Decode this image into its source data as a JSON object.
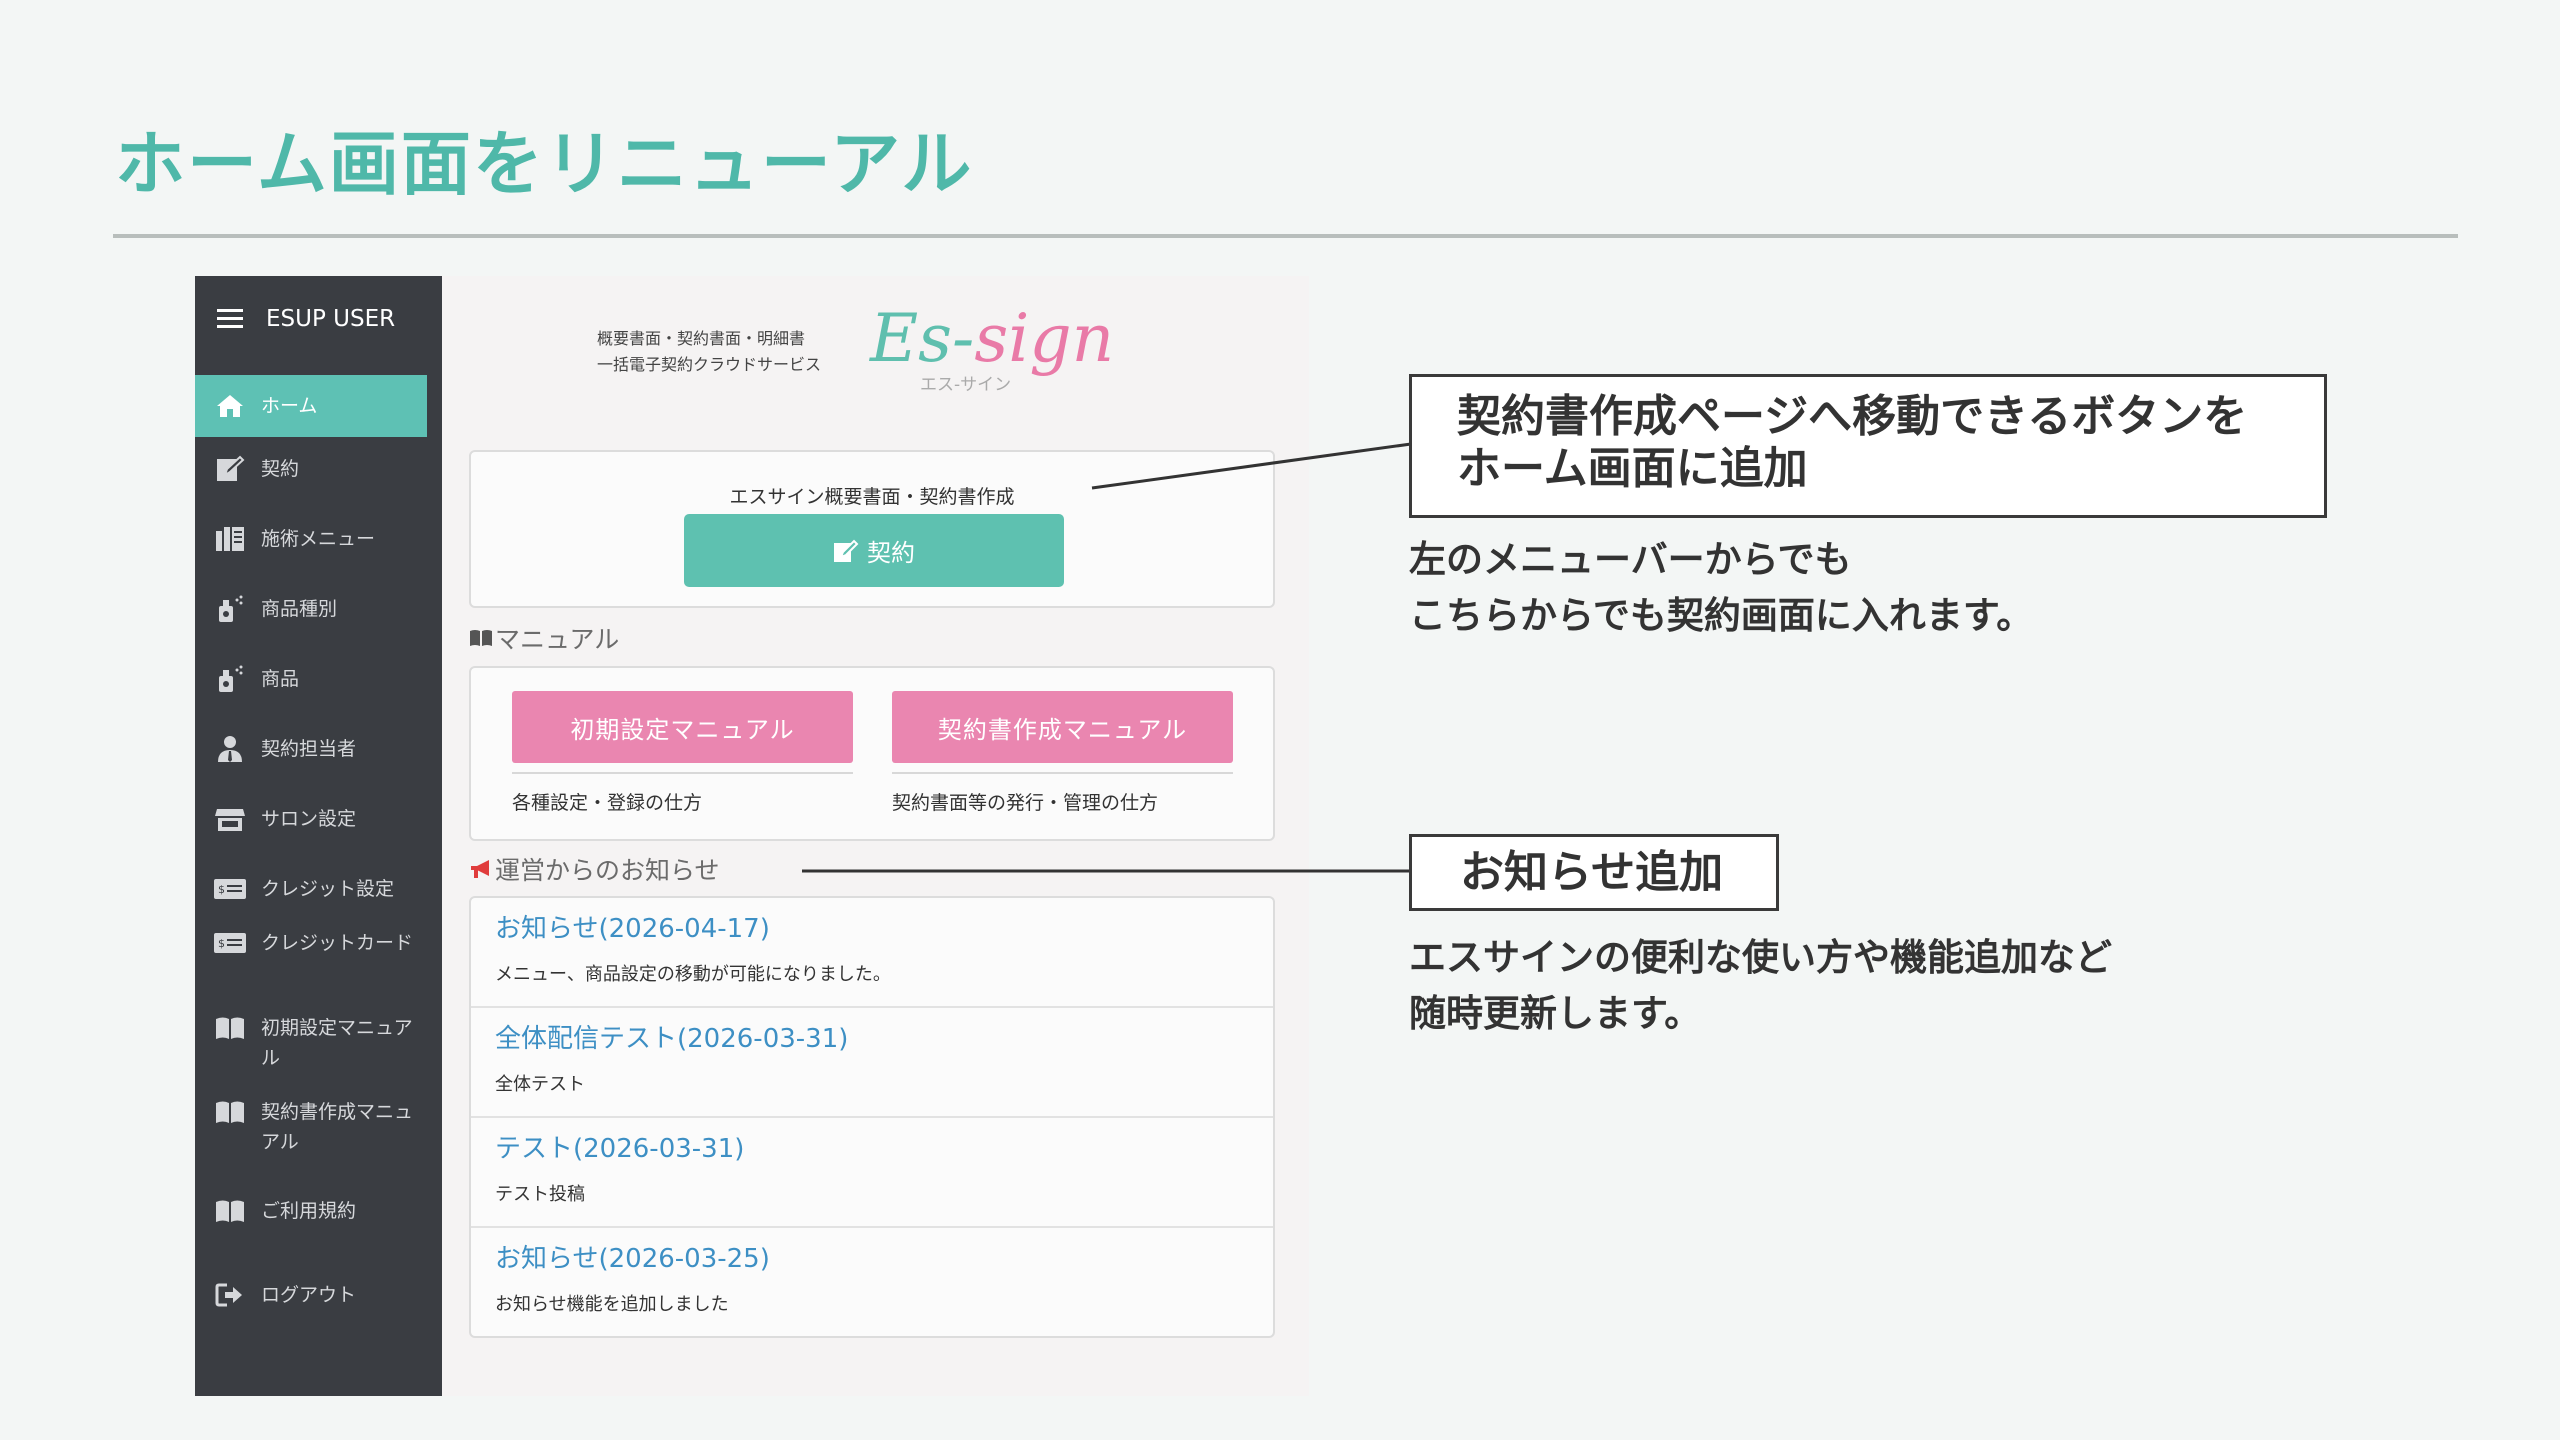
{
  "slide": {
    "title": "ホーム画面をリニューアル"
  },
  "app": {
    "user_name": "ESUP USER",
    "sidebar": {
      "items": [
        {
          "label": "ホーム",
          "icon": "home-icon",
          "active": true
        },
        {
          "label": "契約",
          "icon": "edit-contract-icon"
        },
        {
          "label": "施術メニュー",
          "icon": "menu-list-icon"
        },
        {
          "label": "商品種別",
          "icon": "spray-bottle-icon"
        },
        {
          "label": "商品",
          "icon": "spray-bottle-icon"
        },
        {
          "label": "契約担当者",
          "icon": "user-tie-icon"
        },
        {
          "label": "サロン設定",
          "icon": "store-icon"
        },
        {
          "label": "クレジット設定",
          "icon": "money-bill-icon"
        },
        {
          "label": "クレジットカード",
          "icon": "money-bill-icon"
        },
        {
          "label": "初期設定マニュアル",
          "icon": "book-open-icon"
        },
        {
          "label": "契約書作成マニュアル",
          "icon": "book-open-icon"
        },
        {
          "label": "ご利用規約",
          "icon": "book-open-icon"
        },
        {
          "label": "ログアウト",
          "icon": "sign-out-icon"
        }
      ]
    },
    "brand": {
      "subtitle_line1": "概要書面・契約書面・明細書",
      "subtitle_line2": "一括電子契約クラウドサービス",
      "logo_part1": "Es-",
      "logo_part2": "sign",
      "logo_kana": "エス-サイン"
    },
    "contract_card": {
      "caption": "エスサイン概要書面・契約書作成",
      "button_label": "契約"
    },
    "manual_section": {
      "heading": "マニュアル",
      "buttons": [
        {
          "label": "初期設定マニュアル",
          "description": "各種設定・登録の仕方"
        },
        {
          "label": "契約書作成マニュアル",
          "description": "契約書面等の発行・管理の仕方"
        }
      ]
    },
    "notice_section": {
      "heading": "運営からのお知らせ",
      "items": [
        {
          "title": "お知らせ(2026-04-17)",
          "body": "メニュー、商品設定の移動が可能になりました。"
        },
        {
          "title": "全体配信テスト(2026-03-31)",
          "body": "全体テスト"
        },
        {
          "title": "テスト(2026-03-31)",
          "body": "テスト投稿"
        },
        {
          "title": "お知らせ(2026-03-25)",
          "body": "お知らせ機能を追加しました"
        }
      ]
    }
  },
  "callouts": {
    "contract_button": {
      "box_text": "契約書作成ページへ移動できるボタンを\nホーム画面に追加",
      "note": "左のメニューバーからでも\nこちらからでも契約画面に入れます。"
    },
    "notice": {
      "box_text": "お知らせ追加",
      "note": "エスサインの便利な使い方や機能追加など\n随時更新します。"
    }
  },
  "colors": {
    "accent_teal": "#5ec1b4",
    "title_teal": "#4fb8a9",
    "pink": "#ea86b0",
    "link_blue": "#3d8fc4",
    "sidebar_bg": "#3a3d42"
  }
}
